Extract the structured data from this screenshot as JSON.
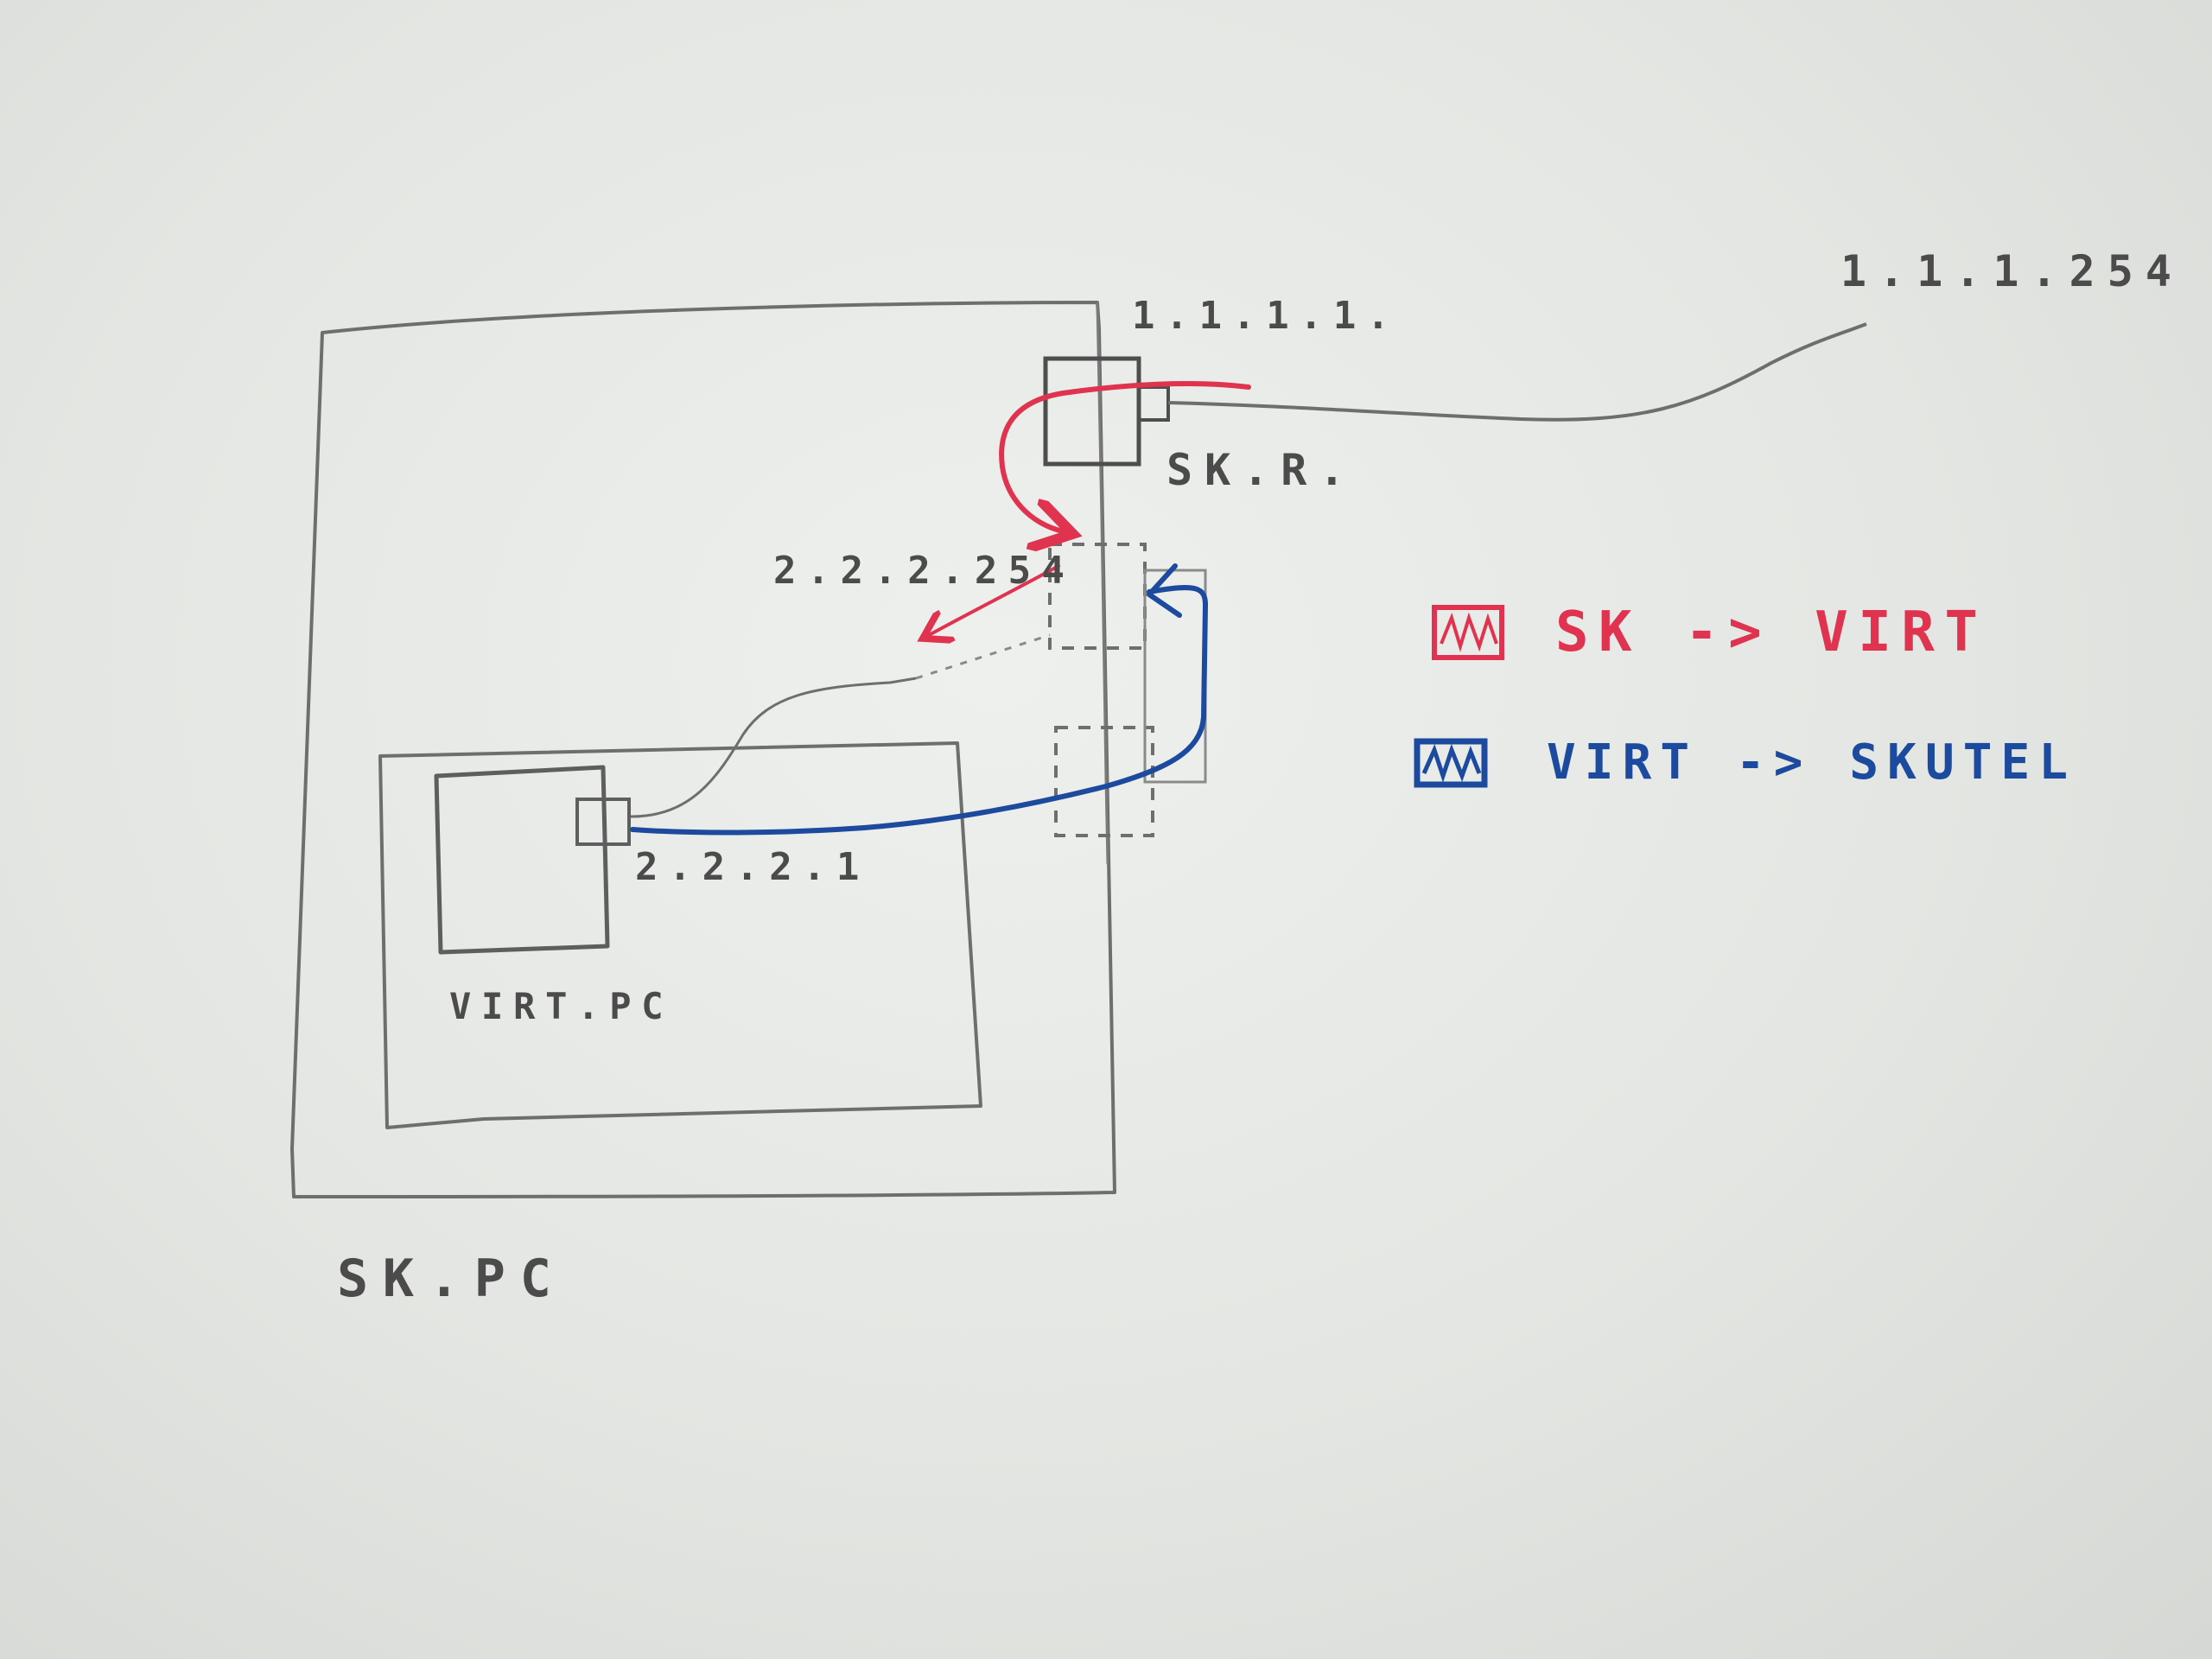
{
  "labels": {
    "outer_pc": "SK.PC",
    "virtual_pc": "VIRT.PC",
    "router": "SK.R.",
    "router_ip": "1.1.1.1.",
    "remote_ip": "1.1.1.254",
    "gateway_ip": "2.2.2.254",
    "virtual_ip": "2.2.2.1"
  },
  "legend": [
    {
      "text": "SK -> VIRT",
      "color": "#e0334f",
      "icon": "red-scribble-swatch-icon"
    },
    {
      "text": "VIRT -> SKUTEL",
      "color": "#1b4a9e",
      "icon": "blue-scribble-swatch-icon"
    }
  ],
  "colors": {
    "pencil": "#6e6e6e",
    "red_path": "#e0334f",
    "blue_path": "#1b4a9e"
  }
}
